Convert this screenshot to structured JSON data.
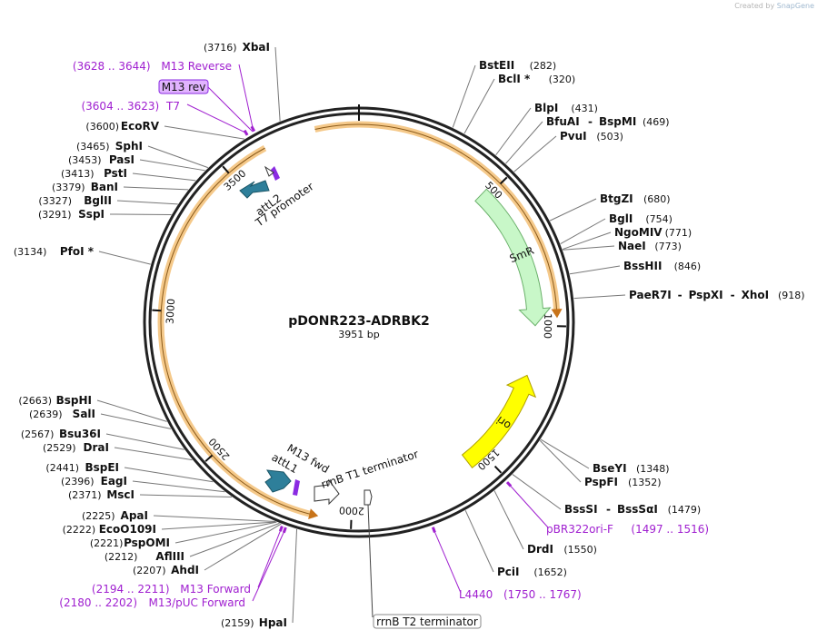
{
  "credit": {
    "prefix": "Created by",
    "brand": "SnapGene"
  },
  "map": {
    "title": "pDONR223-ADRBK2",
    "size_label": "3951 bp",
    "length": 3951
  },
  "ticks": [
    {
      "pos": 500,
      "label": "500"
    },
    {
      "pos": 1000,
      "label": "1000"
    },
    {
      "pos": 1500,
      "label": "1500"
    },
    {
      "pos": 2000,
      "label": "2000"
    },
    {
      "pos": 2500,
      "label": "2500"
    },
    {
      "pos": 3000,
      "label": "3000"
    },
    {
      "pos": 3500,
      "label": "3500"
    }
  ],
  "features": [
    {
      "name": "SmR",
      "start": 480,
      "end": 1000,
      "strand": "+",
      "color": "#c8f7c8",
      "stroke": "#6ab06a",
      "label": "SmR"
    },
    {
      "name": "ori",
      "start": 1180,
      "end": 1560,
      "strand": "-",
      "color": "#ffff00",
      "stroke": "#b0a000",
      "label": "ori"
    }
  ],
  "orf": {
    "start": 3720,
    "end": 960,
    "color": "#f5c98a"
  },
  "feature_labels": {
    "attL2": "attL2",
    "t7_promoter": "T7 promoter",
    "m13_fwd": "M13 fwd",
    "attL1": "attL1",
    "rrnB_T1": "rrnB T1 terminator",
    "rrnB_T2": "rrnB T2 terminator",
    "m13_rev": "M13 rev"
  },
  "enzymes_right": [
    {
      "name": "BstEII",
      "pos": "(282)"
    },
    {
      "name": "BclI *",
      "pos": "(320)"
    },
    {
      "name": "BlpI",
      "pos": "(431)"
    },
    {
      "name": "BfuAI",
      "sep": "-",
      "name2": "BspMI",
      "pos": "(469)"
    },
    {
      "name": "PvuI",
      "pos": "(503)"
    },
    {
      "name": "BtgZI",
      "pos": "(680)"
    },
    {
      "name": "BglI",
      "pos": "(754)"
    },
    {
      "name": "NgoMIV",
      "pos": "(771)"
    },
    {
      "name": "NaeI",
      "pos": "(773)"
    },
    {
      "name": "BssHII",
      "pos": "(846)"
    },
    {
      "name": "PaeR7I",
      "sep": "-",
      "name2": "PspXI",
      "sep2": "-",
      "name3": "XhoI",
      "pos": "(918)"
    },
    {
      "name": "BseYI",
      "pos": "(1348)"
    },
    {
      "name": "PspFI",
      "pos": "(1352)"
    },
    {
      "name": "BssSI",
      "sep": "-",
      "name2": "BssSαI",
      "pos": "(1479)"
    },
    {
      "name": "DrdI",
      "pos": "(1550)"
    },
    {
      "name": "PciI",
      "pos": "(1652)"
    }
  ],
  "enzymes_left": [
    {
      "name": "XbaI",
      "pos": "(3716)"
    },
    {
      "name": "EcoRV",
      "pos": "(3600)"
    },
    {
      "name": "SphI",
      "pos": "(3465)"
    },
    {
      "name": "PasI",
      "pos": "(3453)"
    },
    {
      "name": "PstI",
      "pos": "(3413)"
    },
    {
      "name": "BanI",
      "pos": "(3379)"
    },
    {
      "name": "BglII",
      "pos": "(3327)"
    },
    {
      "name": "SspI",
      "pos": "(3291)"
    },
    {
      "name": "PfoI *",
      "pos": "(3134)"
    },
    {
      "name": "BspHI",
      "pos": "(2663)"
    },
    {
      "name": "SalI",
      "pos": "(2639)"
    },
    {
      "name": "Bsu36I",
      "pos": "(2567)"
    },
    {
      "name": "DraI",
      "pos": "(2529)"
    },
    {
      "name": "BspEI",
      "pos": "(2441)"
    },
    {
      "name": "EagI",
      "pos": "(2396)"
    },
    {
      "name": "MscI",
      "pos": "(2371)"
    },
    {
      "name": "ApaI",
      "pos": "(2225)"
    },
    {
      "name": "EcoO109I",
      "pos": "(2222)"
    },
    {
      "name": "PspOMI",
      "pos": "(2221)"
    },
    {
      "name": "AflIII",
      "pos": "(2212)"
    },
    {
      "name": "AhdI",
      "pos": "(2207)"
    },
    {
      "name": "HpaI",
      "pos": "(2159)"
    }
  ],
  "primers": [
    {
      "range": "(3628 .. 3644)",
      "name": "M13 Reverse"
    },
    {
      "range": "(3604 .. 3623)",
      "name": "T7"
    },
    {
      "name": "pBR322ori-F",
      "range": "(1497 .. 1516)"
    },
    {
      "name": "L4440",
      "range": "(1750 .. 1767)"
    },
    {
      "range": "(2194 .. 2211)",
      "name": "M13 Forward"
    },
    {
      "range": "(2180 .. 2202)",
      "name": "M13/pUC Forward"
    }
  ]
}
